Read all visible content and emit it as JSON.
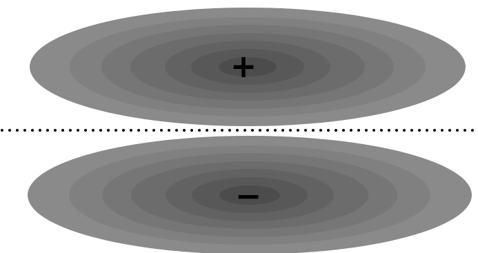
{
  "lobes": [
    {
      "id": "top",
      "sign_label": "+",
      "band_colors": [
        "#8a8a8a",
        "#808080",
        "#767676",
        "#6c6c6c",
        "#626262",
        "#585858",
        "#4c4c4c"
      ]
    },
    {
      "id": "bottom",
      "sign_label": "−",
      "band_colors": [
        "#8a8a8a",
        "#808080",
        "#767676",
        "#6c6c6c",
        "#626262",
        "#585858",
        "#4c4c4c"
      ]
    }
  ],
  "nodal_plane": {
    "style": "dotted",
    "color": "#000000"
  },
  "background_color": "#ffffff"
}
